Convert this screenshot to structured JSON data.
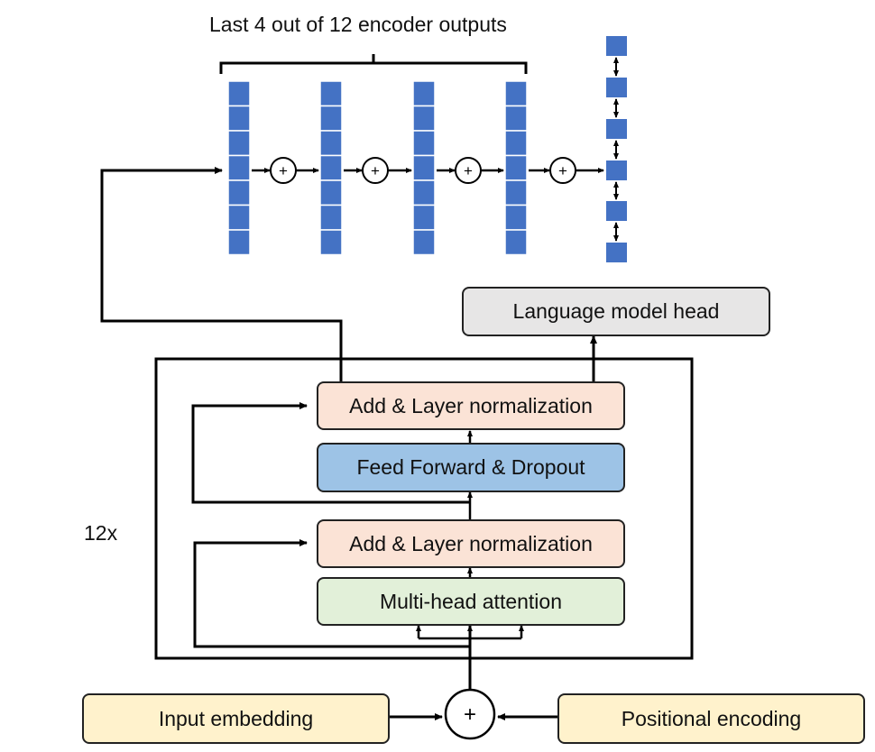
{
  "header": {
    "title": "Last 4 out of 12 encoder outputs"
  },
  "encoder_block": {
    "repeat_label": "12x"
  },
  "boxes": {
    "lm_head": "Language model head",
    "add_norm_top": "Add & Layer normalization",
    "feed_forward": "Feed Forward & Dropout",
    "add_norm_bottom": "Add & Layer normalization",
    "attention": "Multi-head attention",
    "input_embedding": "Input embedding",
    "positional_encoding": "Positional encoding"
  },
  "symbols": {
    "sum": "+"
  },
  "colors": {
    "peach": "#fbe3d6",
    "blue": "#9dc3e6",
    "green": "#e2f0d9",
    "yellow": "#fff2cc",
    "grey": "#e7e6e6",
    "token": "#4472c4"
  }
}
